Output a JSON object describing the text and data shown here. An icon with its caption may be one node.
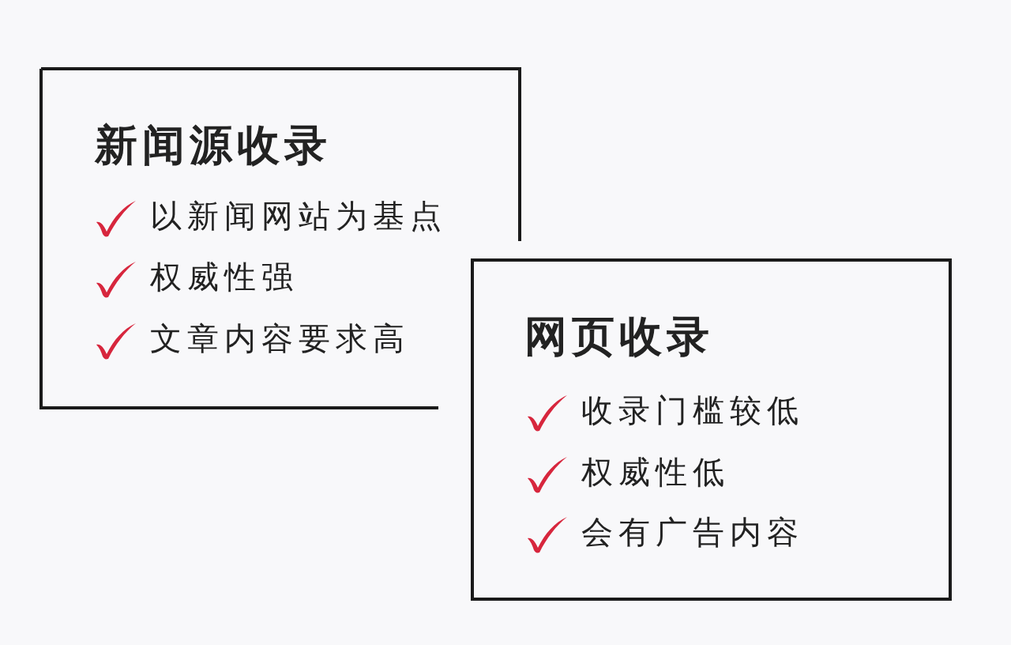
{
  "diagram": {
    "nodes": [
      {
        "text": [
          "新闻源收录",
          "以新闻网站为基点",
          "权威性强",
          "文章内容要求高"
        ]
      },
      {
        "text": [
          "网页收录",
          "收录门槛较低",
          "权威性低",
          "会有广告内容"
        ]
      }
    ]
  }
}
